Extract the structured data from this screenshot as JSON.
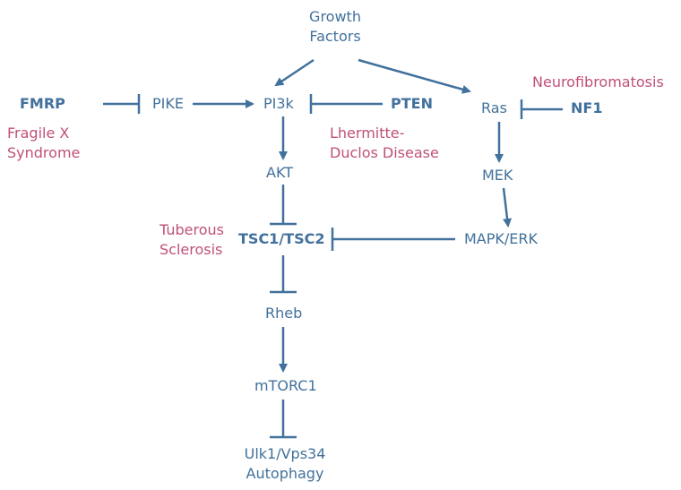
{
  "nodes": {
    "growth_factors": [
      "Growth",
      "Factors"
    ],
    "fmrp": "FMRP",
    "pike": "PIKE",
    "pi3k": "PI3k",
    "pten": "PTEN",
    "ras": "Ras",
    "nf1": "NF1",
    "akt": "AKT",
    "mek": "MEK",
    "tsc": "TSC1/TSC2",
    "mapk_erk": "MAPK/ERK",
    "rheb": "Rheb",
    "mtorc1": "mTORC1",
    "autophagy": [
      "Ulk1/Vps34",
      "Autophagy"
    ]
  },
  "diseases": {
    "fragile_x": [
      "Fragile X",
      "Syndrome"
    ],
    "lhermitte_duclos": [
      "Lhermitte-",
      "Duclos Disease"
    ],
    "neurofibromatosis": "Neurofibromatosis",
    "tuberous_sclerosis": [
      "Tuberous",
      "Sclerosis"
    ]
  },
  "colors": {
    "node": "#41719c",
    "disease": "#c0507a",
    "edge": "#41719c"
  }
}
